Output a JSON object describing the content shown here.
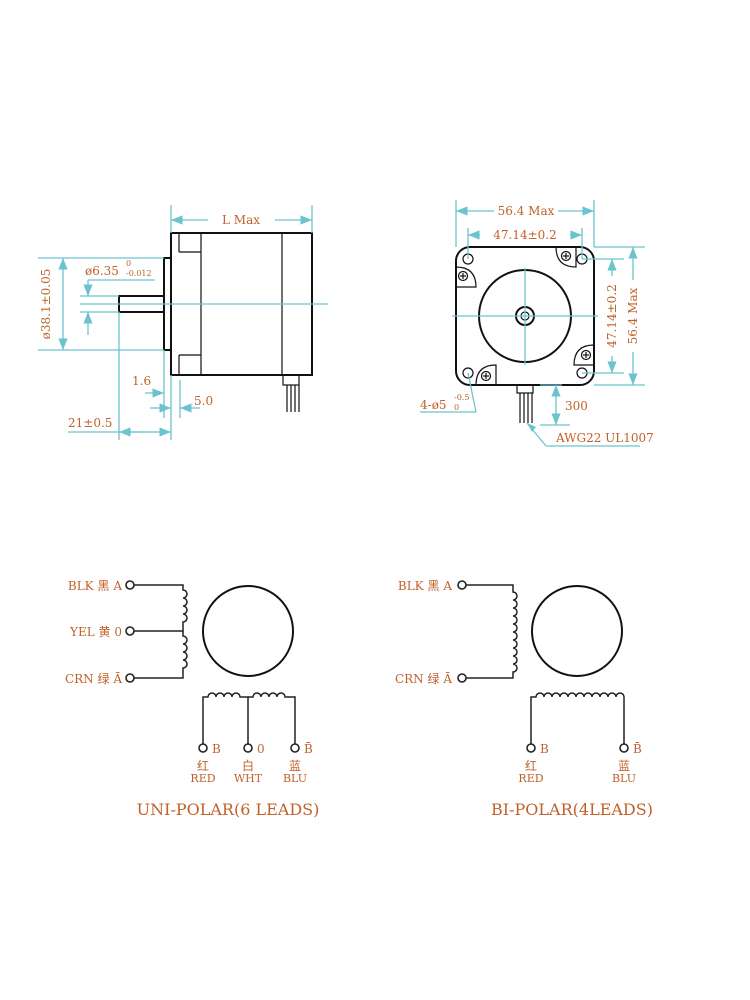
{
  "side_view": {
    "length_label": "L Max",
    "shaft_dia_label": "ø6.35",
    "shaft_tol_upper": "0",
    "shaft_tol_lower": "-0.012",
    "boss_dia_label": "ø38.1±0.05",
    "boss_height_label": "1.6",
    "boss_offset_label": "5.0",
    "shaft_len_label": "21±0.5"
  },
  "front_view": {
    "outer_width_label": "56.4 Max",
    "hole_spacing_label": "47.14±0.2",
    "hole_spacing_v_label": "47.14±0.2",
    "outer_height_label": "56.4 Max",
    "hole_label": "4-ø5",
    "hole_tol_upper": "-0.5",
    "hole_tol_lower": "0",
    "lead_len_label": "300",
    "wire_label": "AWG22 UL1007"
  },
  "unipolar": {
    "caption": "UNI-POLAR(6 LEADS)",
    "left_leads": [
      {
        "code": "BLK",
        "cn": "黑",
        "pin": "A"
      },
      {
        "code": "YEL",
        "cn": "黄",
        "pin": "0"
      },
      {
        "code": "CRN",
        "cn": "绿",
        "pin": "Ā"
      }
    ],
    "bottom_leads": [
      {
        "pin": "B",
        "cn": "红",
        "code": "RED"
      },
      {
        "pin": "0",
        "cn": "白",
        "code": "WHT"
      },
      {
        "pin": "B̄",
        "cn": "蓝",
        "code": "BLU"
      }
    ]
  },
  "bipolar": {
    "caption": "BI-POLAR(4LEADS)",
    "left_leads": [
      {
        "code": "BLK",
        "cn": "黑",
        "pin": "A"
      },
      {
        "code": "CRN",
        "cn": "绿",
        "pin": "Ā"
      }
    ],
    "bottom_leads": [
      {
        "pin": "B",
        "cn": "红",
        "code": "RED"
      },
      {
        "pin": "B̄",
        "cn": "蓝",
        "code": "BLU"
      }
    ]
  },
  "colors": {
    "dimension": "#6cc3d0",
    "text": "#c0612a",
    "outline": "#111111"
  }
}
